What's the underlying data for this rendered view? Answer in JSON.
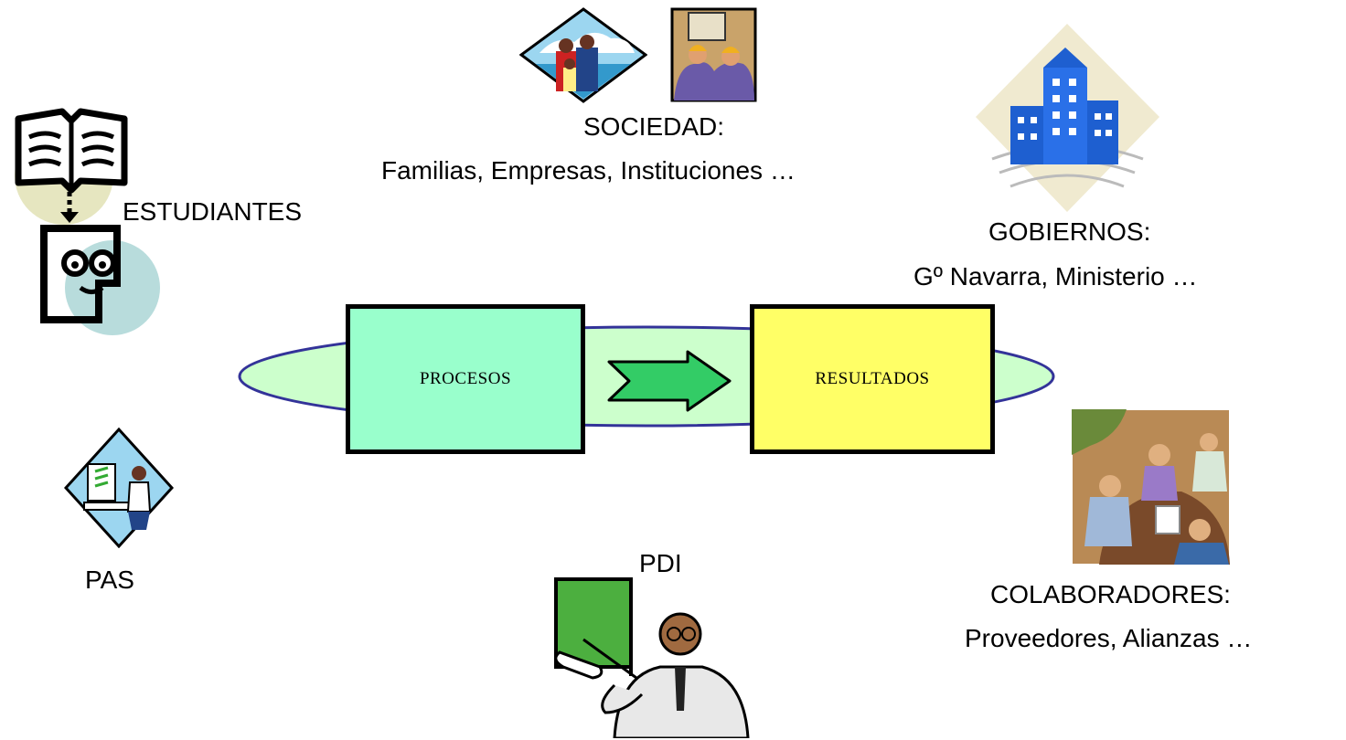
{
  "diagram": {
    "process_box": {
      "label": "PROCESOS",
      "color": "#99ffcc"
    },
    "result_box": {
      "label": "RESULTADOS",
      "color": "#ffff66"
    },
    "ellipse_color": "#ccffcc",
    "arrow_color": "#33cc66"
  },
  "stakeholders": {
    "estudiantes": {
      "label": "ESTUDIANTES",
      "icon": "book-student-icon"
    },
    "sociedad": {
      "title": "SOCIEDAD:",
      "detail": "Familias, Empresas, Instituciones …",
      "icons": [
        "family-icon",
        "workers-icon"
      ]
    },
    "gobiernos": {
      "title": "GOBIERNOS:",
      "detail": "Gº Navarra, Ministerio …",
      "icon": "buildings-icon"
    },
    "pas": {
      "label": "PAS",
      "icon": "office-worker-icon"
    },
    "pdi": {
      "label": "PDI",
      "icon": "teacher-icon"
    },
    "colaboradores": {
      "title": "COLABORADORES:",
      "detail": "Proveedores, Alianzas …",
      "icon": "meeting-icon"
    }
  }
}
